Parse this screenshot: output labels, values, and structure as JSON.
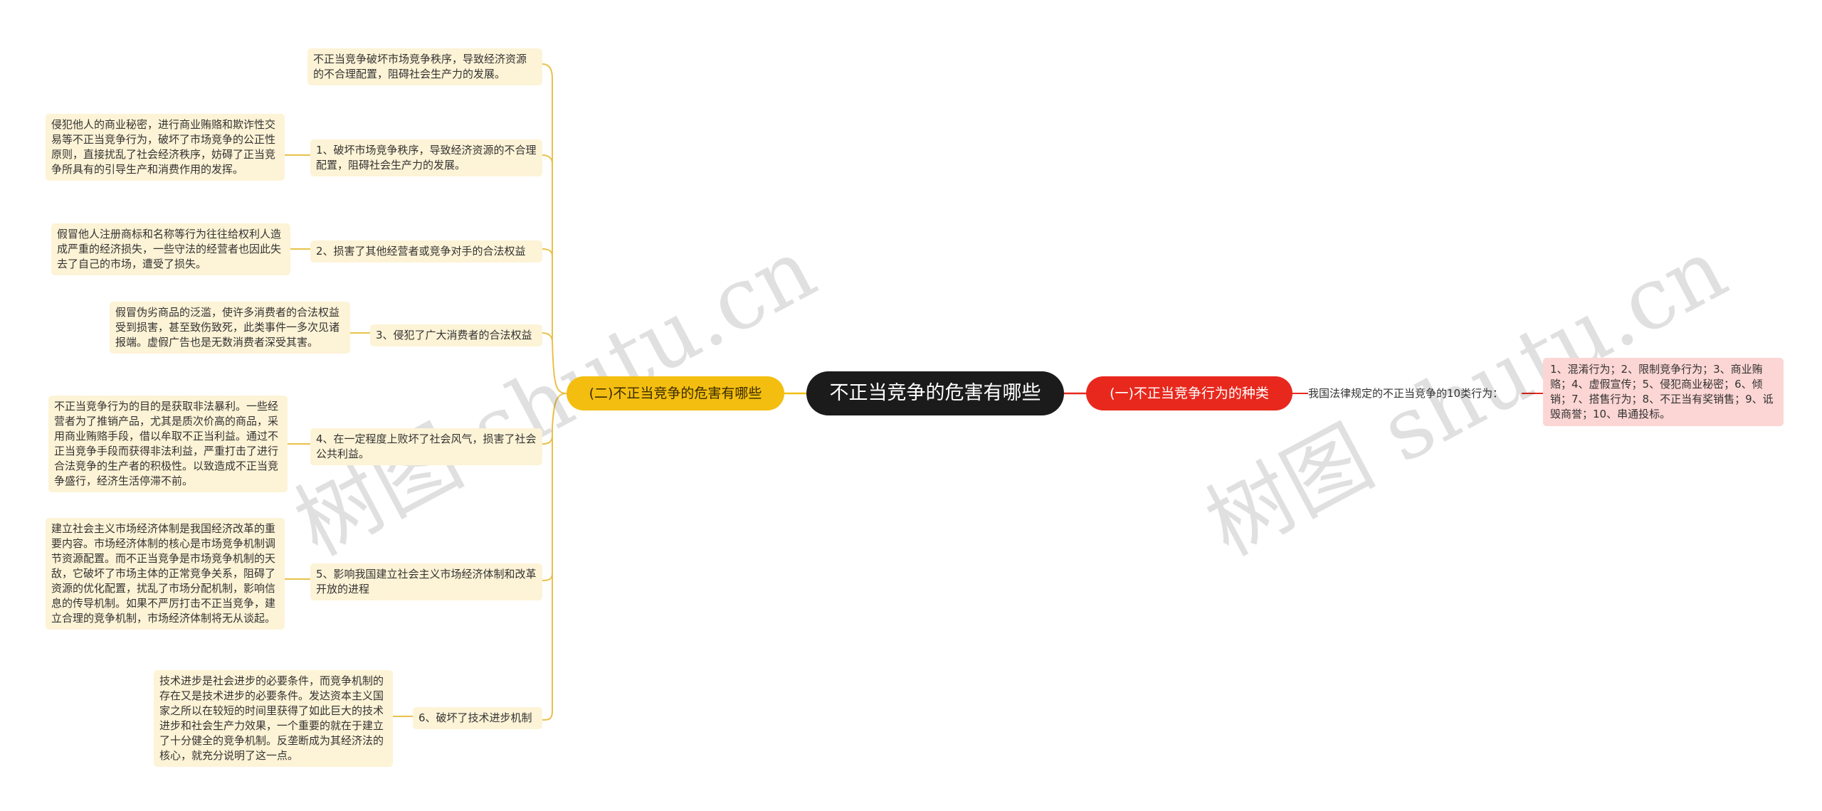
{
  "root": "不正当竞争的危害有哪些",
  "left_branch": "(二)不正当竞争的危害有哪些",
  "right_branch": "(一)不正当竞争行为的种类",
  "left_items": [
    {
      "label": "不正当竞争破坏市场竞争秩序，导致经济资源的不合理配置，阻碍社会生产力的发展。",
      "detail": ""
    },
    {
      "label": "1、破坏市场竞争秩序，导致经济资源的不合理配置，阻碍社会生产力的发展。",
      "detail": "侵犯他人的商业秘密，进行商业贿赂和欺诈性交易等不正当竞争行为，破坏了市场竞争的公正性原则，直接扰乱了社会经济秩序，妨碍了正当竞争所具有的引导生产和消费作用的发挥。"
    },
    {
      "label": "2、损害了其他经营者或竞争对手的合法权益",
      "detail": "假冒他人注册商标和名称等行为往往给权利人造成严重的经济损失，一些守法的经营者也因此失去了自己的市场，遭受了损失。"
    },
    {
      "label": "3、侵犯了广大消费者的合法权益",
      "detail": "假冒伪劣商品的泛滥，使许多消费者的合法权益受到损害，甚至致伤致死，此类事件一多次见诸报端。虚假广告也是无数消费者深受其害。"
    },
    {
      "label": "4、在一定程度上败坏了社会风气，损害了社会公共利益。",
      "detail": "不正当竞争行为的目的是获取非法暴利。一些经营者为了推销产品，尤其是质次价高的商品，采用商业贿赂手段，借以牟取不正当利益。通过不正当竞争手段而获得非法利益，严重打击了进行合法竞争的生产者的积极性。以致造成不正当竞争盛行，经济生活停滞不前。"
    },
    {
      "label": "5、影响我国建立社会主义市场经济体制和改革开放的进程",
      "detail": "建立社会主义市场经济体制是我国经济改革的重要内容。市场经济体制的核心是市场竞争机制调节资源配置。而不正当竞争是市场竞争机制的天敌，它破坏了市场主体的正常竞争关系，阻碍了资源的优化配置，扰乱了市场分配机制，影响信息的传导机制。如果不严厉打击不正当竞争，建立合理的竞争机制，市场经济体制将无从谈起。"
    },
    {
      "label": "6、破坏了技术进步机制",
      "detail": "技术进步是社会进步的必要条件，而竞争机制的存在又是技术进步的必要条件。发达资本主义国家之所以在较短的时间里获得了如此巨大的技术进步和社会生产力效果，一个重要的就在于建立了十分健全的竞争机制。反垄断成为其经济法的核心，就充分说明了这一点。"
    }
  ],
  "right_items": {
    "label": "我国法律规定的不正当竞争的10类行为：",
    "detail": "1、混淆行为；2、限制竞争行为；3、商业贿赂；4、虚假宣传；5、侵犯商业秘密；6、倾销；7、搭售行为；8、不正当有奖销售；9、诋毁商誉；10、串通投标。"
  },
  "watermarks": [
    "树图 shutu.cn",
    "树图 shutu.cn"
  ],
  "colors": {
    "left_branch": "#f3be10",
    "right_branch": "#e8281d",
    "root": "#1b1b1b",
    "leaf_bg": "#fdf3d6",
    "pink_bg": "#fcd6d4",
    "left_line": "#e9c14a",
    "right_line": "#e8281d"
  }
}
